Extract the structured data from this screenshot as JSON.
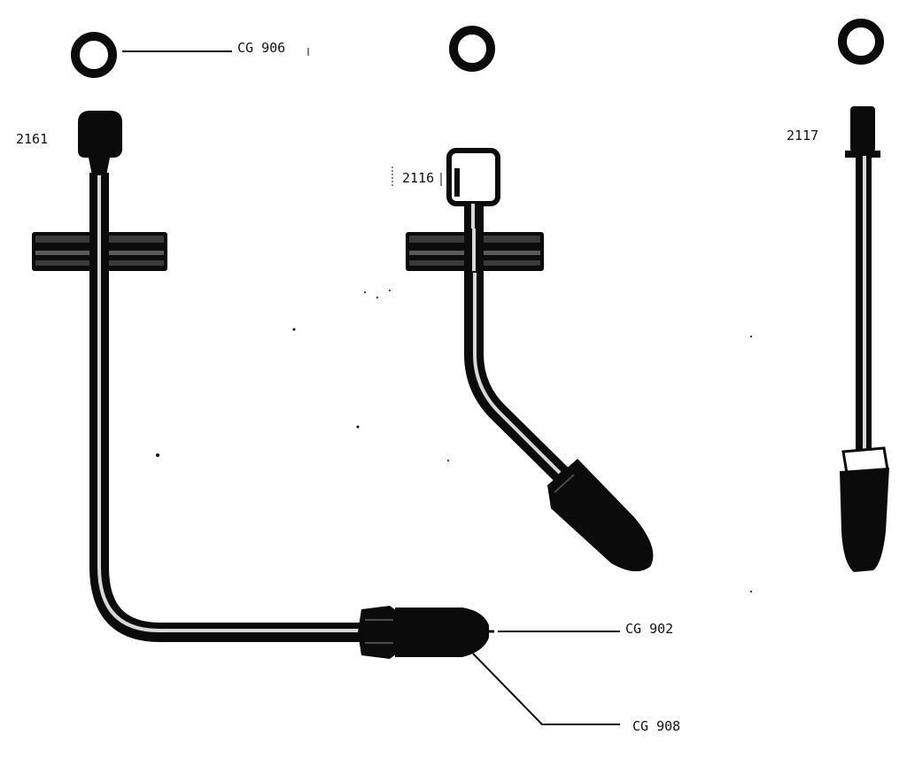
{
  "labels": {
    "o_ring_part": "CG 906",
    "tube_left": "2161",
    "tube_middle": "2116",
    "tube_right": "2117",
    "tip_part": "CG 902",
    "nut_part": "CG 908"
  },
  "colors": {
    "ink": "#0b0b0b",
    "tube_highlight": "#d8d8d8",
    "flange_gray": "#3a3a3a",
    "paper": "#ffffff"
  }
}
